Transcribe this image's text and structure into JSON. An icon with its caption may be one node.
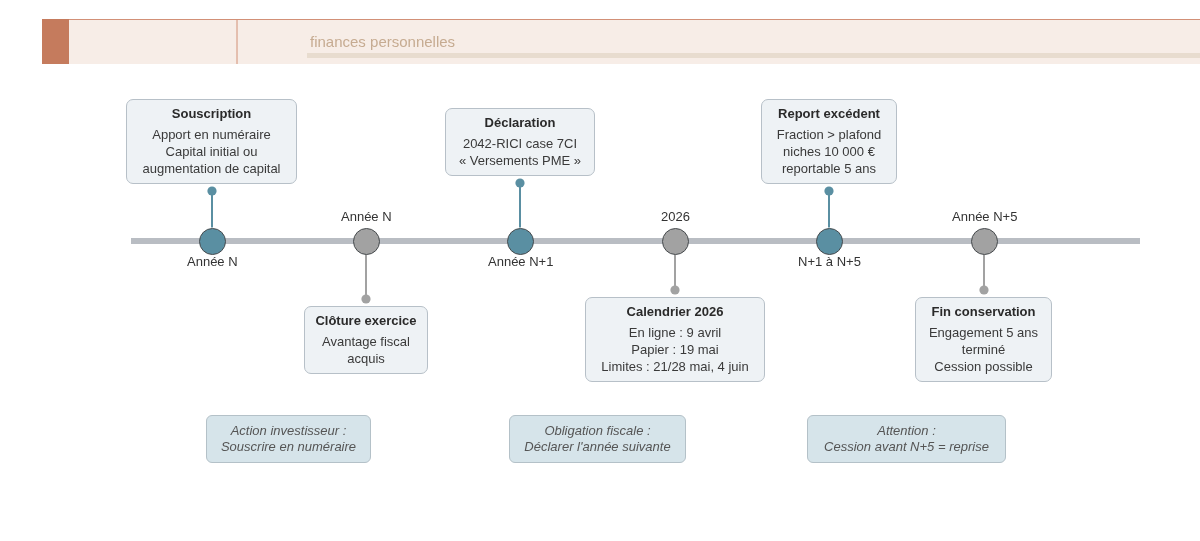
{
  "diagram": {
    "nodes": [
      {
        "text": [],
        "shape": "circle",
        "beside": [
          "Année N"
        ]
      },
      {
        "text": [],
        "shape": "circle",
        "beside": [
          "Année N"
        ]
      },
      {
        "text": [],
        "shape": "circle",
        "beside": [
          "Année N+1"
        ]
      },
      {
        "text": [],
        "shape": "circle",
        "beside": [
          "2026"
        ]
      },
      {
        "text": [],
        "shape": "circle",
        "beside": [
          "N+1 à N+5"
        ]
      },
      {
        "text": [],
        "shape": "circle",
        "beside": [
          "Année N+5"
        ]
      },
      {
        "text": [
          "Souscription",
          "Apport en numéraire",
          "Capital initial ou augmentation de capital"
        ]
      },
      {
        "text": [
          "Clôture exercice",
          "Avantage fiscal acquis"
        ]
      },
      {
        "text": [
          "Déclaration",
          "2042-RICI case 7CI",
          "« Versements PME »"
        ]
      },
      {
        "text": [
          "Calendrier 2026",
          "En ligne : 9 avril",
          "Papier : 19 mai",
          "Limites : 21/28 mai, 4 juin"
        ]
      },
      {
        "text": [
          "Report excédent",
          "Fraction > plafond niches 10 000 € reportable 5 ans"
        ]
      },
      {
        "text": [
          "Fin conservation",
          "Engagement 5 ans terminé",
          "Cession possible"
        ]
      },
      {
        "text": [
          "Action investisseur :",
          "Souscrire en numéraire"
        ]
      },
      {
        "text": [
          "Obligation fiscale :",
          "Déclarer l'année suivante"
        ]
      },
      {
        "text": [
          "Attention :",
          "Cession avant N+5 = reprise"
        ]
      }
    ],
    "edges": [
      {
        "from": 0,
        "to": 6,
        "arrow": "other",
        "color": "#5a8fa2"
      },
      {
        "from": 1,
        "to": 7,
        "arrow": "other"
      },
      {
        "from": 2,
        "to": 8,
        "arrow": "other",
        "color": "#5a8fa2"
      },
      {
        "from": 3,
        "to": 9,
        "arrow": "other"
      },
      {
        "from": 4,
        "to": 10,
        "arrow": "other",
        "color": "#5a8fa2"
      },
      {
        "from": 5,
        "to": 11,
        "arrow": "other"
      }
    ],
    "labels": [
      "finances personnelles"
    ]
  }
}
